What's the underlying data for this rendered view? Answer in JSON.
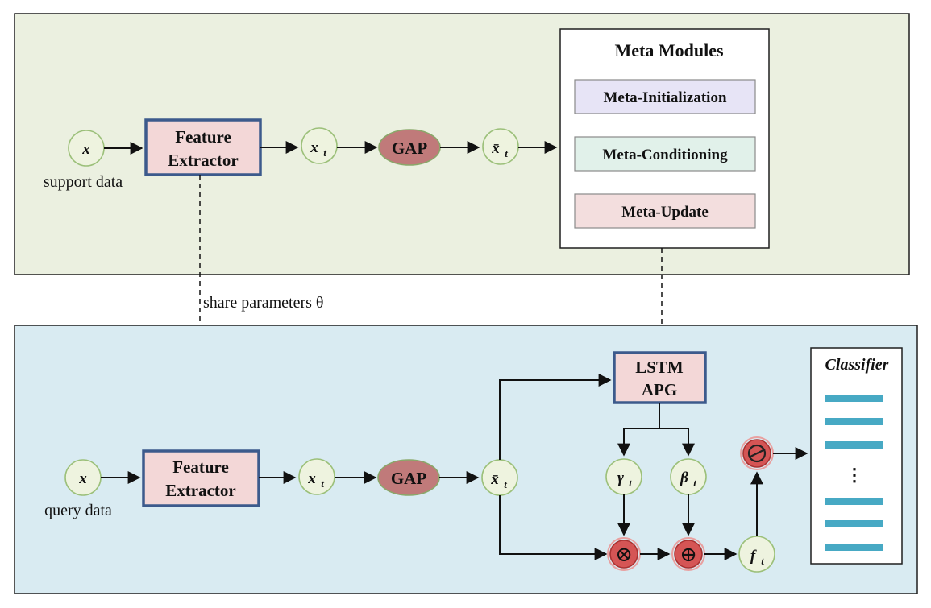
{
  "top_panel": {
    "input_node": "x",
    "input_label": "support data",
    "feature_extractor": [
      "Feature",
      "Extractor"
    ],
    "feature_node_base": "x",
    "feature_node_sub": "t",
    "gap_label": "GAP",
    "pooled_node_base": "x̄",
    "pooled_node_sub": "t",
    "meta_modules": {
      "title": "Meta Modules",
      "items": [
        "Meta-Initialization",
        "Meta-Conditioning",
        "Meta-Update"
      ]
    }
  },
  "share_label": "share parameters θ",
  "bottom_panel": {
    "input_node": "x",
    "input_label": "query data",
    "feature_extractor": [
      "Feature",
      "Extractor"
    ],
    "feature_node_base": "x",
    "feature_node_sub": "t",
    "gap_label": "GAP",
    "pooled_node_base": "x̄",
    "pooled_node_sub": "t",
    "lstm": [
      "LSTM",
      "APG"
    ],
    "gamma_base": "γ",
    "gamma_sub": "t",
    "beta_base": "β",
    "beta_sub": "t",
    "mult_symbol": "⊗",
    "add_symbol": "⊕",
    "f_base": "f",
    "f_sub": "t",
    "classifier_title": "Classifier",
    "classifier_ellipsis": "⋮"
  },
  "colors": {
    "top_panel": "#ebf0e0",
    "bottom_panel": "#d9ebf2",
    "box_fill": "#f3d7d7",
    "box_border": "#3c5a8c",
    "gap_fill": "#c07a7a",
    "op_fill": "#d55555",
    "classifier_bar": "#47a9c4"
  }
}
